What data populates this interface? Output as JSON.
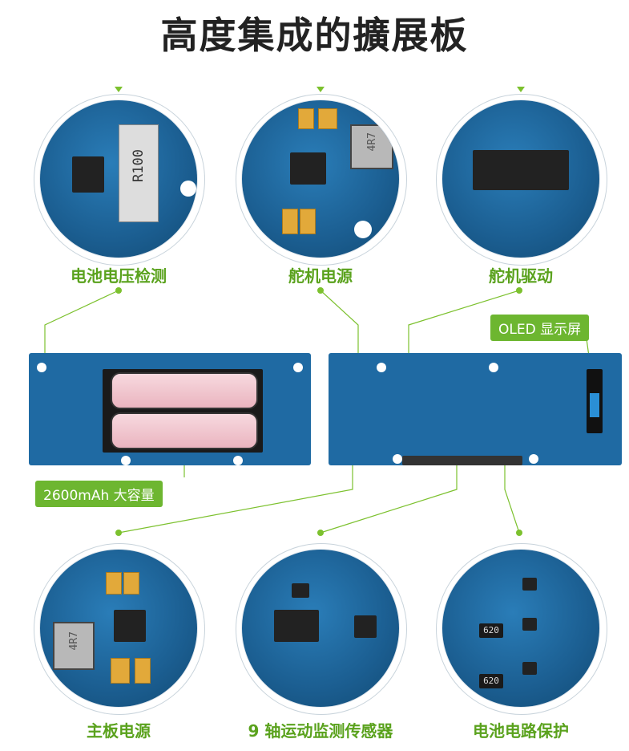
{
  "title": "高度集成的擴展板",
  "features": [
    {
      "label": "电池电压检测",
      "chip_text": "R100"
    },
    {
      "label": "舵机电源",
      "chip_text": "4R7"
    },
    {
      "label": "舵机驱动",
      "chip_text": ""
    },
    {
      "label": "主板电源",
      "chip_text": "4R7"
    },
    {
      "label": "9 轴运动监测传感器",
      "chip_text": ""
    },
    {
      "label": "电池电路保护",
      "chip_text": "620"
    }
  ],
  "tags": {
    "oled": "OLED 显示屏",
    "capacity": "2600mAh 大容量"
  },
  "colors": {
    "accent": "#6db630",
    "board": "#1f6aa3"
  }
}
